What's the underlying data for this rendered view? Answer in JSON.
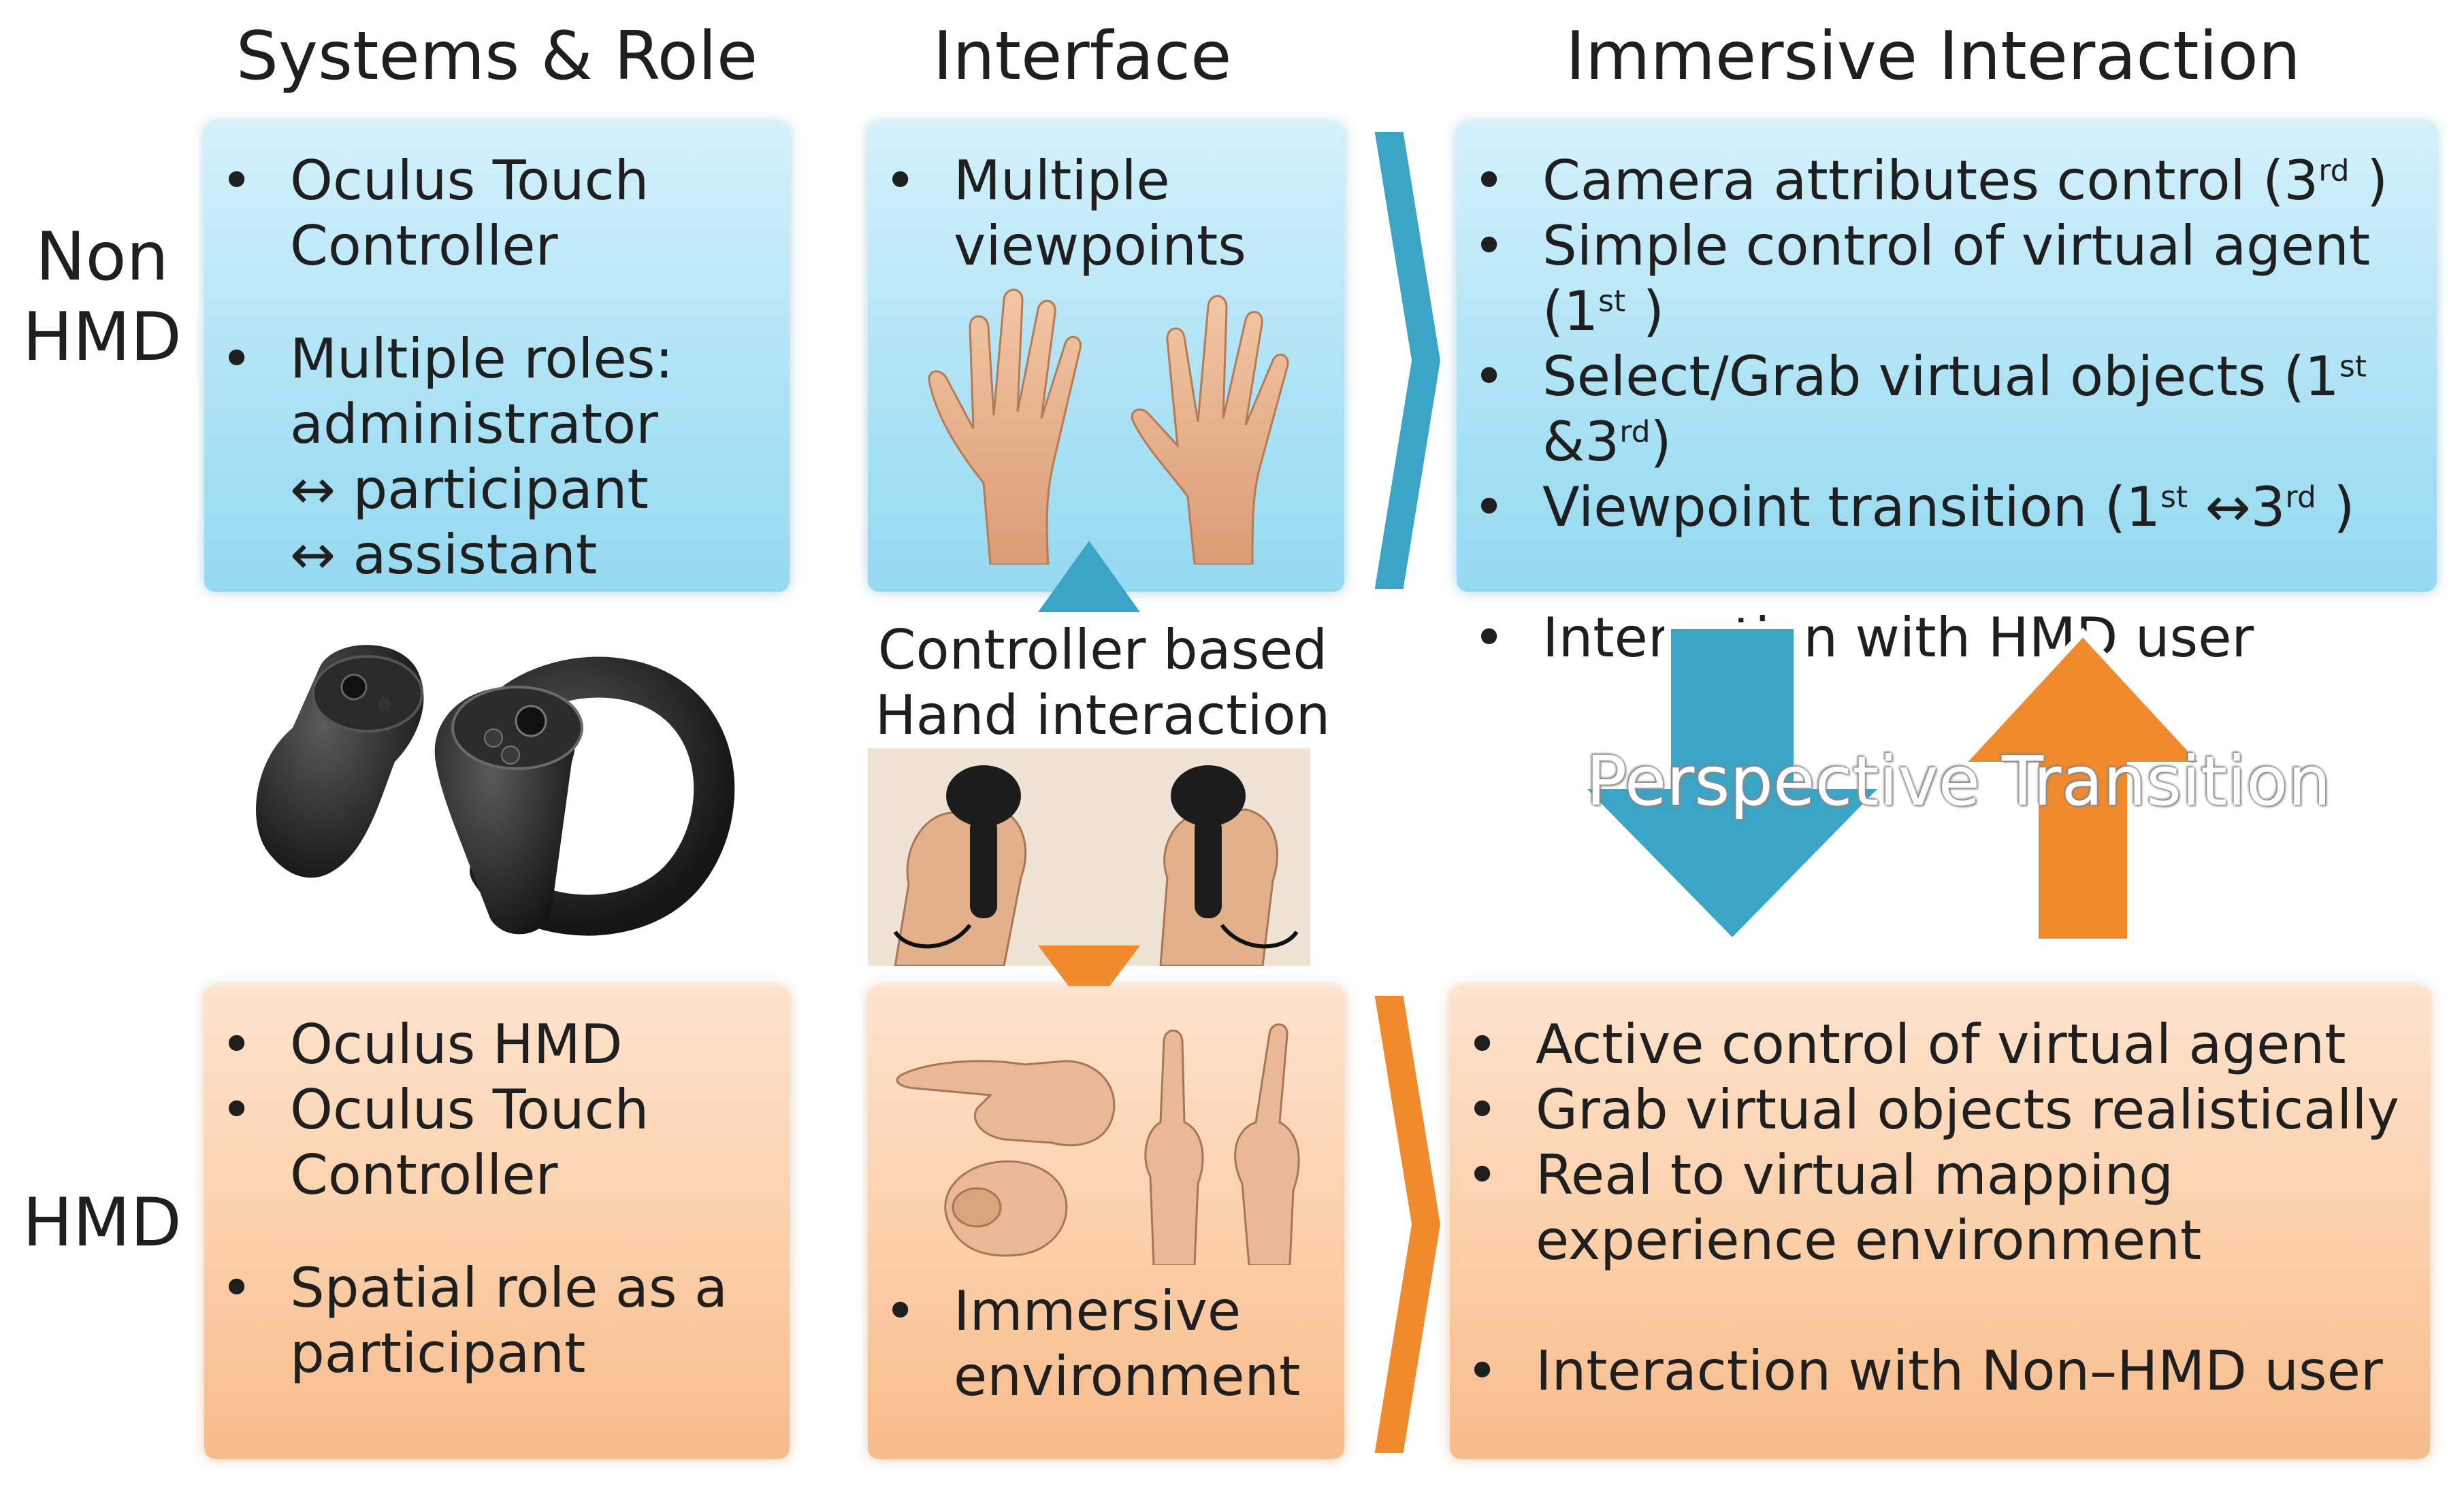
{
  "column_headers": {
    "systems": "Systems & Role",
    "interface": "Interface",
    "interaction": "Immersive Interaction"
  },
  "row_headers": {
    "non_hmd_line1": "Non",
    "non_hmd_line2": "HMD",
    "hmd": "HMD"
  },
  "non_hmd": {
    "systems": {
      "item1_line1": "Oculus Touch",
      "item1_line2": "Controller",
      "item2_line1": "Multiple roles:",
      "item2_line2": "administrator",
      "item2_line3": "↔ participant",
      "item2_line4": "↔ assistant"
    },
    "interface": {
      "item1_line1": "Multiple",
      "item1_line2": "viewpoints"
    },
    "interaction": {
      "item1": "Camera attributes control (3",
      "item1_sup": "rd",
      "item1_end": " )",
      "item2": "Simple control of virtual agent (1",
      "item2_sup": "st",
      "item2_end": " )",
      "item3": "Select/Grab virtual objects (1",
      "item3_sup1": "st",
      "item3_mid": " &3",
      "item3_sup2": "rd",
      "item3_end": ")",
      "item4": "Viewpoint transition (1",
      "item4_sup1": "st",
      "item4_mid": " ↔3",
      "item4_sup2": "rd",
      "item4_end": " )",
      "item5": "Interaction with HMD user"
    }
  },
  "hmd": {
    "systems": {
      "item1": "Oculus HMD",
      "item2_line1": "Oculus Touch",
      "item2_line2": "Controller",
      "item3_line1": "Spatial role as a",
      "item3_line2": "participant"
    },
    "interface": {
      "item1_line1": "Immersive",
      "item1_line2": "environment"
    },
    "interaction": {
      "item1": "Active control of virtual agent",
      "item2": "Grab virtual objects realistically",
      "item3_line1": "Real to virtual mapping",
      "item3_line2": "experience environment",
      "item4": "Interaction with Non–HMD user"
    }
  },
  "middle": {
    "controller_label_line1": "Controller based",
    "controller_label_line2": "Hand interaction",
    "transition_label": "Perspective Transition"
  },
  "colors": {
    "blue_accent": "#3aa5c6",
    "orange_accent": "#f08a2c",
    "blue_box": "#aee3f5",
    "orange_box": "#fbcfa8"
  },
  "icons": {
    "controllers": "oculus-touch-controllers-image",
    "hands_open": "open-hands-image",
    "hands_holding": "hands-holding-controllers-image",
    "hands_pointing": "pointing-hands-image",
    "chevron": "chevron-right-icon",
    "arrow_down": "arrow-down-icon",
    "arrow_up": "arrow-up-icon",
    "tri_up": "triangle-up-icon",
    "tri_down": "triangle-down-icon"
  }
}
